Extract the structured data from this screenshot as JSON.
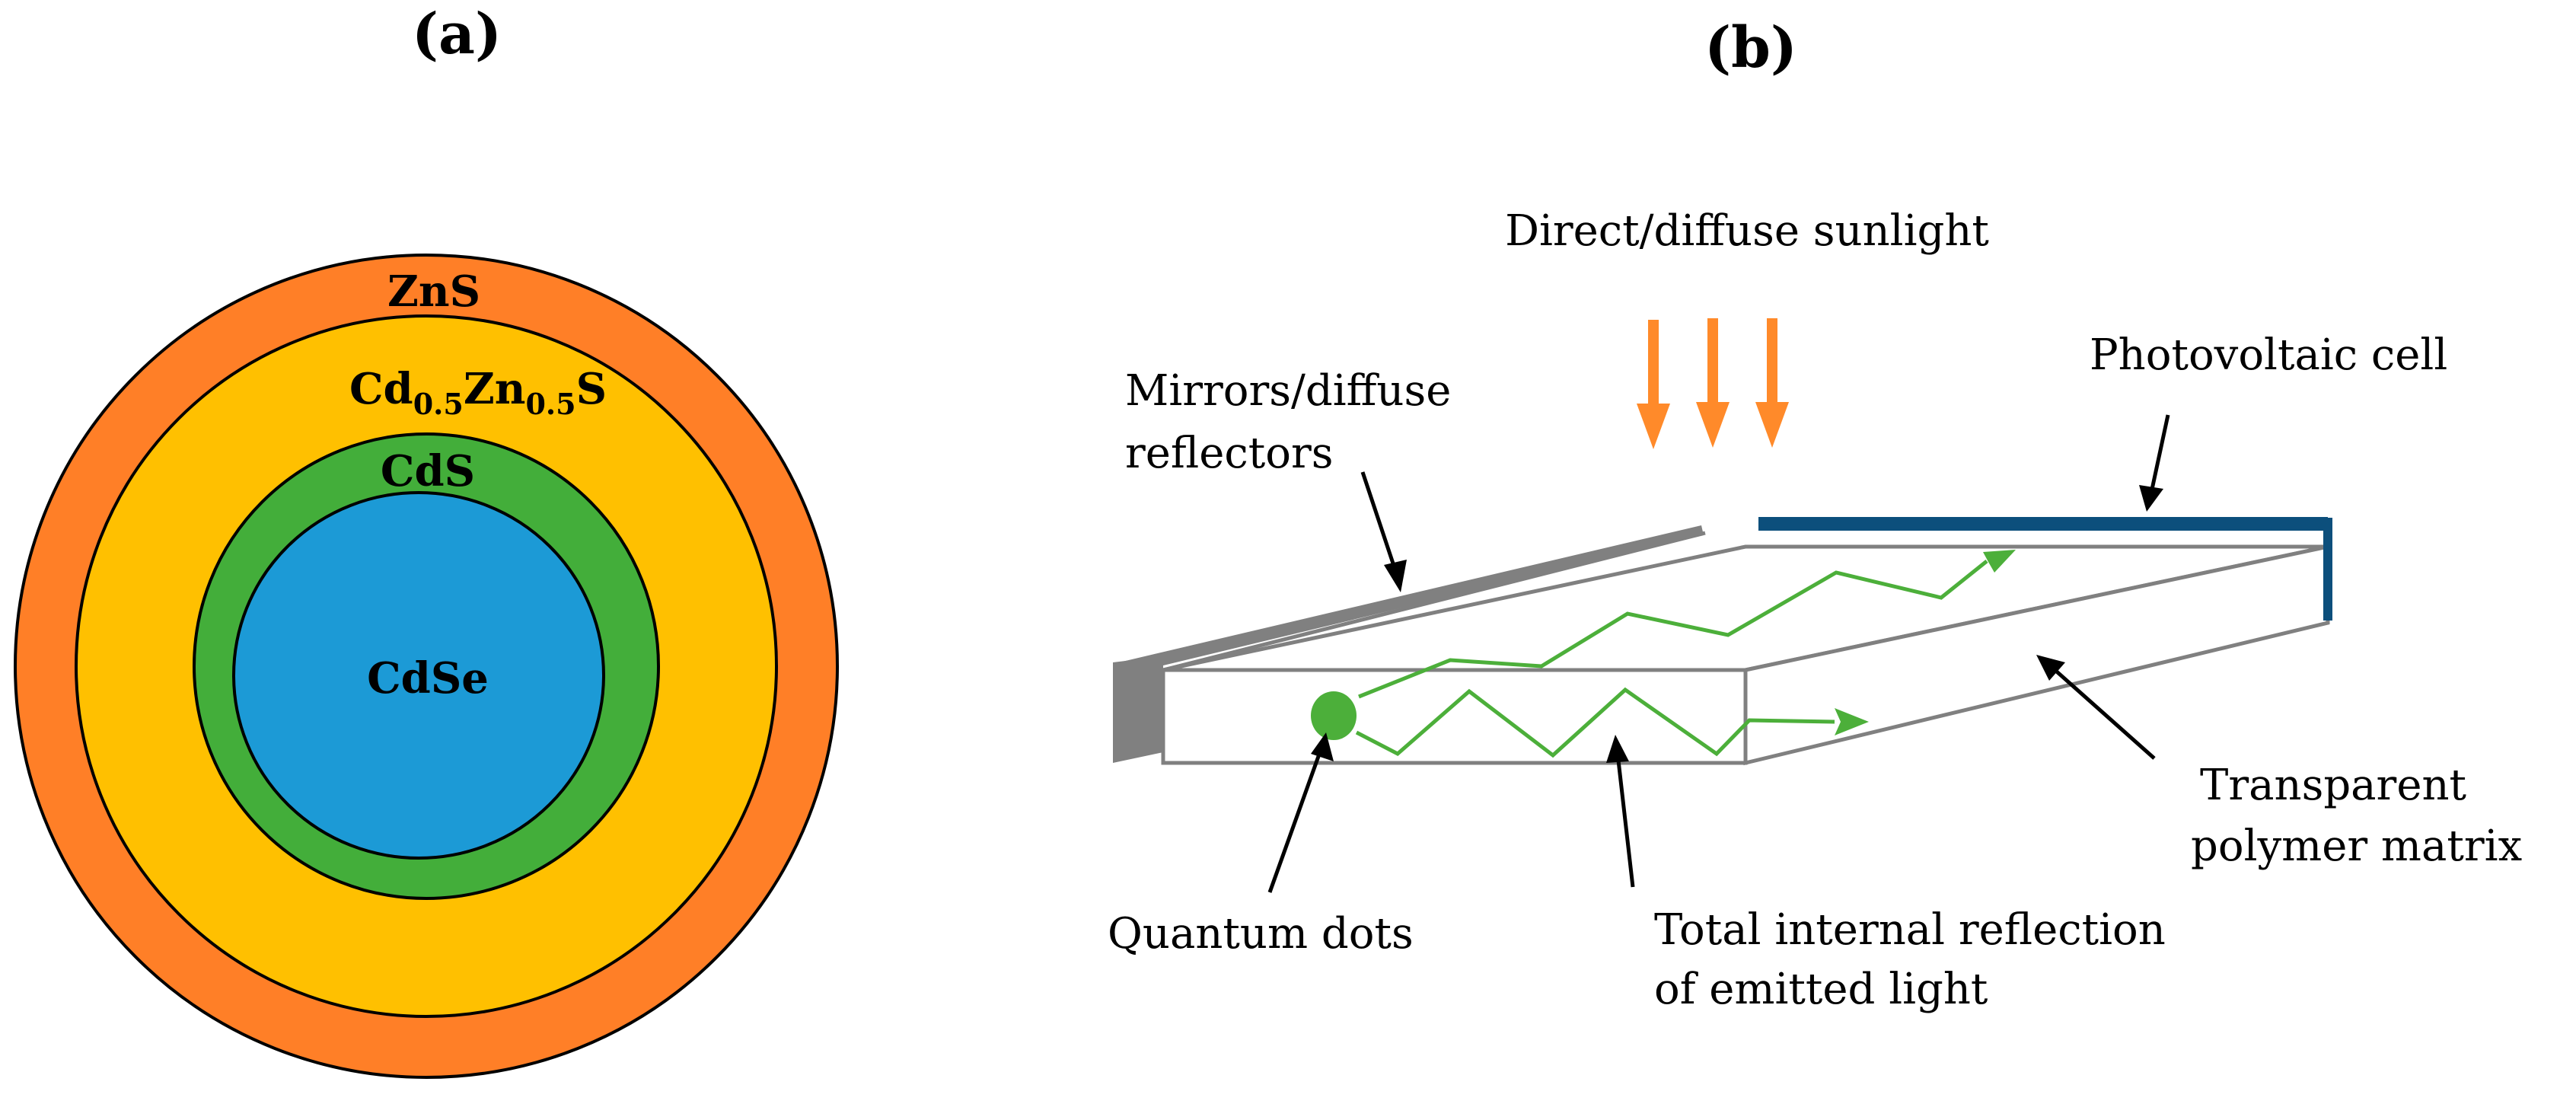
{
  "panel_a": {
    "label": "(a)",
    "layers": {
      "outer": {
        "label": "ZnS",
        "color": "#FF7F27"
      },
      "shell2": {
        "label_main": "Cd",
        "label_sub1": "0.5",
        "label_mid": "Zn",
        "label_sub2": "0.5",
        "label_end": "S",
        "color": "#FFC000"
      },
      "shell1": {
        "label": "CdS",
        "color": "#43AE3A"
      },
      "core": {
        "label": "CdSe",
        "color": "#1C9AD6"
      }
    }
  },
  "panel_b": {
    "label": "(b)",
    "sunlight_label": "Direct/diffuse sunlight",
    "sunlight_color": "#FF8A2A",
    "mirrors_label_line1": "Mirrors/diffuse",
    "mirrors_label_line2": "reflectors",
    "pv_cell_label": "Photovoltaic cell",
    "pv_cell_color": "#0C4F7C",
    "matrix_label_line1": "Transparent",
    "matrix_label_line2": "polymer matrix",
    "qd_label": "Quantum dots",
    "tir_label_line1": "Total internal reflection",
    "tir_label_line2": "of emitted light",
    "emitted_light_color": "#4CAF3A",
    "mirror_color": "#808080"
  }
}
